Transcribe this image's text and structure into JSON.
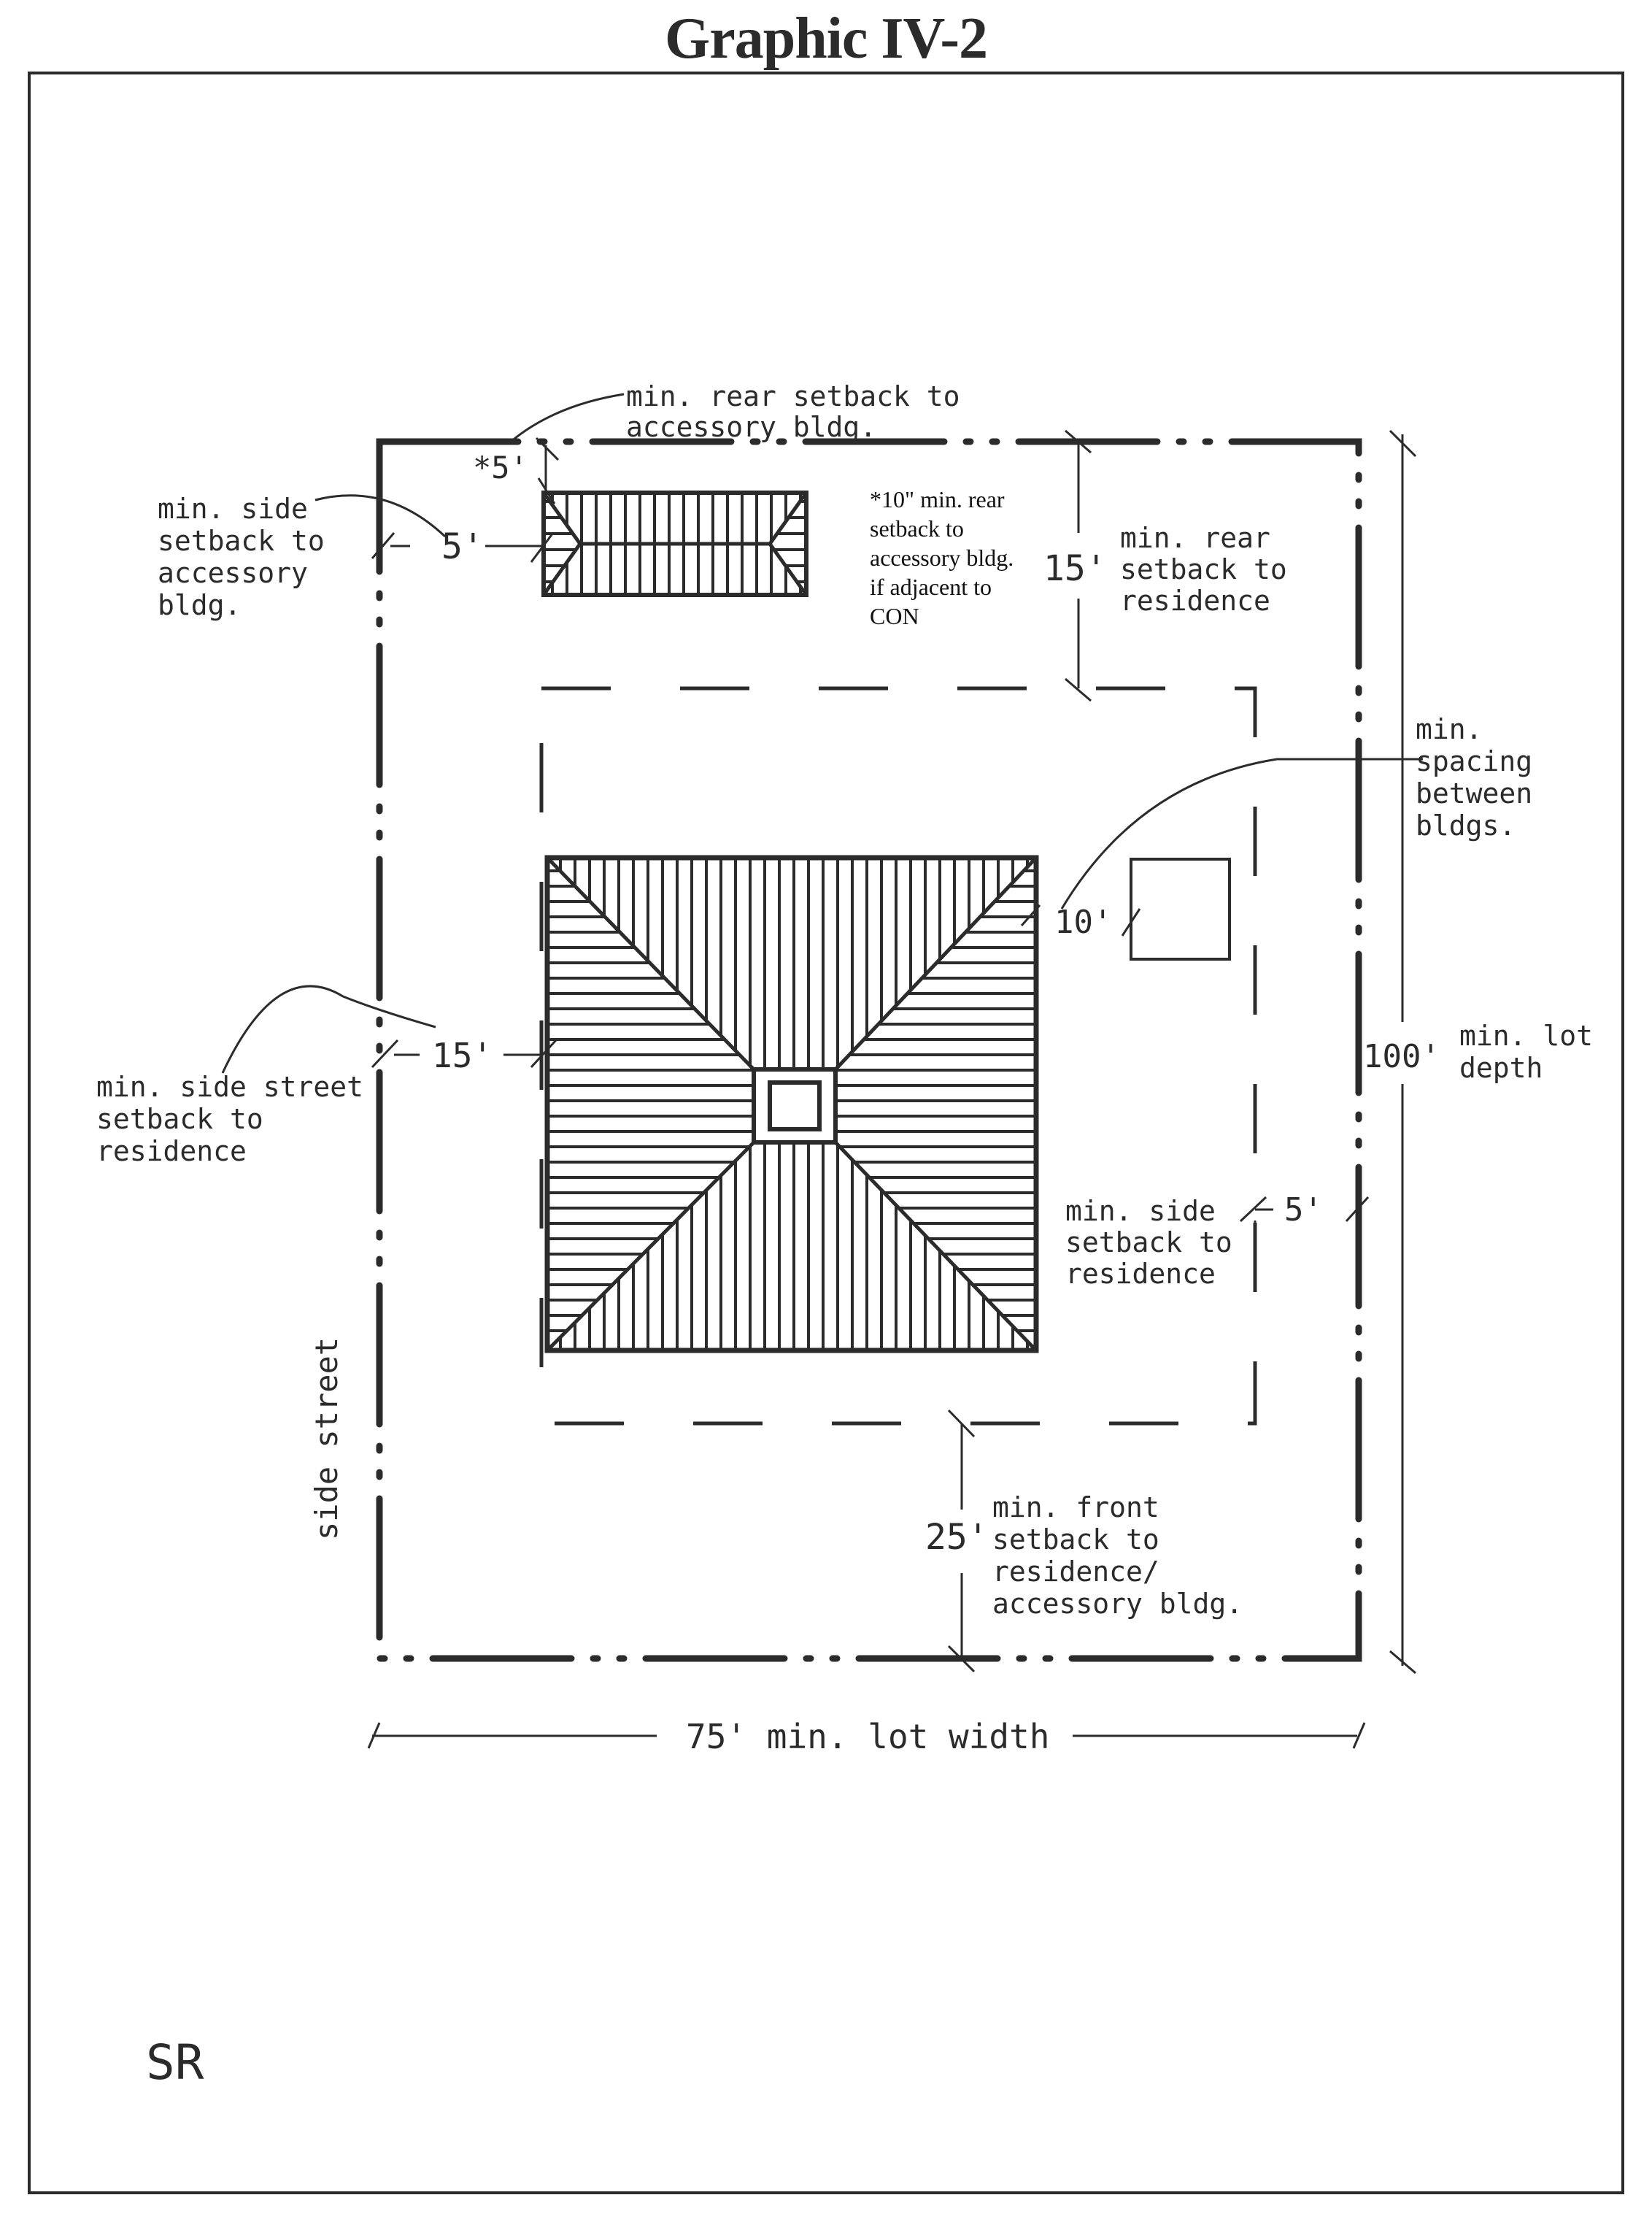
{
  "title": "Graphic IV-2",
  "district_label": "SR",
  "street_label": "side street",
  "dimensions": {
    "lot_width": {
      "value": "75'",
      "label": "min. lot width"
    },
    "lot_depth": {
      "value": "100'",
      "label": [
        "min. lot",
        "depth"
      ]
    },
    "rear_setback_residence": {
      "value": "15'",
      "label": [
        "min. rear",
        "setback to",
        "residence"
      ]
    },
    "rear_setback_accessory": {
      "value": "*5'",
      "label": [
        "min. rear setback to",
        "accessory bldg."
      ]
    },
    "side_setback_accessory": {
      "value": "5'",
      "label": [
        "min. side",
        "setback to",
        "accessory",
        "bldg."
      ]
    },
    "side_street_setback_residence": {
      "value": "15'",
      "label": [
        "min. side street",
        "setback to",
        "residence"
      ]
    },
    "spacing_between_bldgs": {
      "value": "10'",
      "label": [
        "min.",
        "spacing",
        "between",
        "bldgs."
      ]
    },
    "side_setback_residence": {
      "value": "5'",
      "label": [
        "min. side",
        "setback to",
        "residence"
      ]
    },
    "front_setback": {
      "value": "25'",
      "label": [
        "min. front",
        "setback to",
        "residence/",
        "accessory bldg."
      ]
    }
  },
  "footnote": [
    "*10\" min. rear",
    "setback to",
    "accessory bldg.",
    "if adjacent to",
    "CON"
  ],
  "colors": {
    "ink": "#2b2b2b",
    "paper": "#ffffff"
  }
}
